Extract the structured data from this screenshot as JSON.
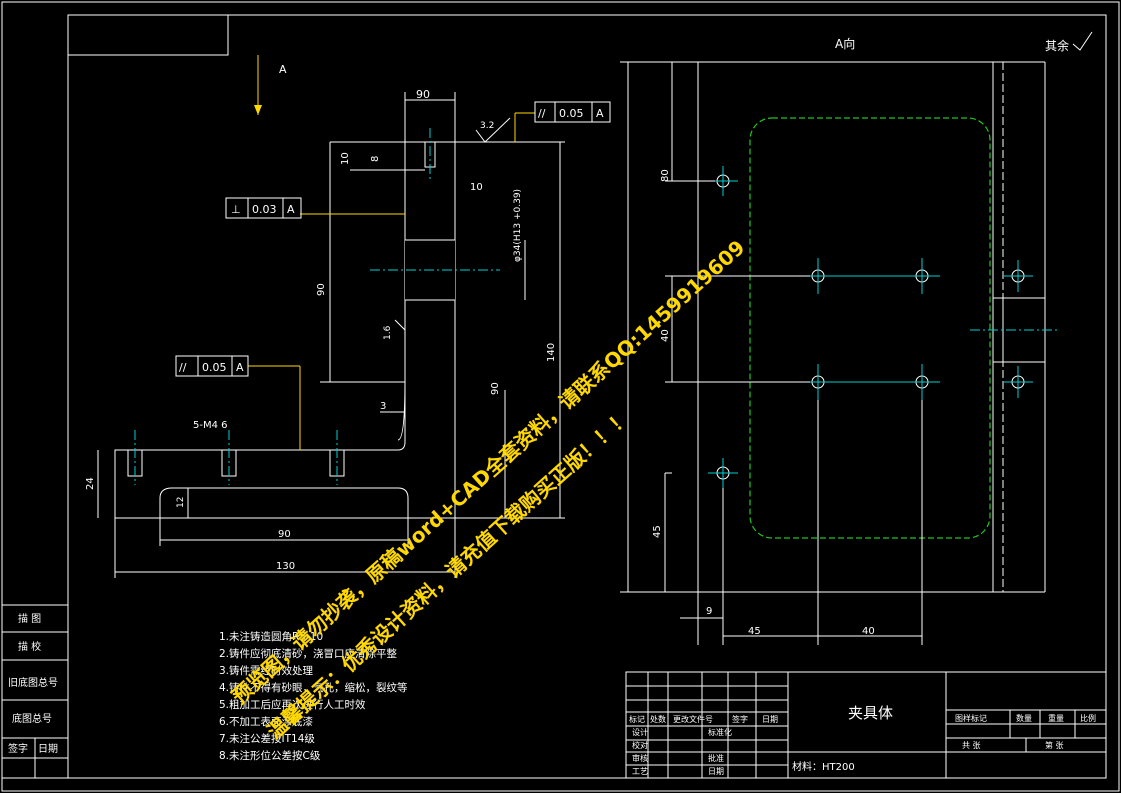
{
  "top_view": {
    "view_label": "A"
  },
  "right_view": {
    "title": "A向",
    "roughness_note": "其余"
  },
  "tolerance_frames": [
    {
      "symbol": "//",
      "value": "0.05",
      "datum": "A"
    },
    {
      "symbol": "⊥",
      "value": "0.03",
      "datum": "A"
    },
    {
      "symbol": "//",
      "value": "0.05",
      "datum": "A"
    }
  ],
  "roughness": {
    "top_value": "3.2",
    "side_value": "1.6"
  },
  "dimensions_section": {
    "d90_top": "90",
    "d10": "10",
    "d8": "8",
    "d10_right": "10",
    "d_hole": "φ34(H13 +0.39)",
    "d90_vertical": "90",
    "d140": "140",
    "d90_inner": "90",
    "d3": "3",
    "d_thread": "5-M4 6",
    "d24": "24",
    "d12": "12",
    "d90_bottom": "90",
    "d130": "130"
  },
  "dimensions_view": {
    "d80": "80",
    "d40": "40",
    "d45_left": "45",
    "d9": "9",
    "d45_bottom": "45",
    "d40_bottom": "40"
  },
  "notes": [
    "1.未注铸造圆角R5-10",
    "2.铸件应彻底清砂，浇冒口应清除平整",
    "3.铸件需经时效处理",
    "4.铸件不得有砂眼，气孔，缩松，裂纹等",
    "5.粗加工后应再次进行人工时效",
    "6.不加工表面涂底漆",
    "7.未注公差按IT14级",
    "8.未注形位公差按C级"
  ],
  "left_table": [
    "描 图",
    "描 校",
    "旧底图总号",
    "底图总号",
    "签字",
    "日期"
  ],
  "title_block": {
    "part_name": "夹具体",
    "material_label": "材料：HT200",
    "header_cols": [
      "标记",
      "处数",
      "更改文件号",
      "签字",
      "日期"
    ],
    "rows": [
      "设计",
      "标准化",
      "校对",
      "审核",
      "批准",
      "工艺",
      "日期"
    ],
    "right_header": [
      "图样标记",
      "数量",
      "重量",
      "比例"
    ],
    "right_row": [
      "共 张",
      "第 张"
    ]
  },
  "watermark": {
    "line1": "预览图，请勿抄袭，原稿word+CAD全套资料，请联系QQ:1459919609",
    "line2": "温馨提示：优秀设计资料，请充值下载购买正版！！！"
  },
  "colors": {
    "background": "#000000",
    "line": "#ffffff",
    "center": "#00d0d0",
    "hatch": "#d000d0",
    "hidden": "#22c422",
    "watermark": "#ffd800"
  }
}
